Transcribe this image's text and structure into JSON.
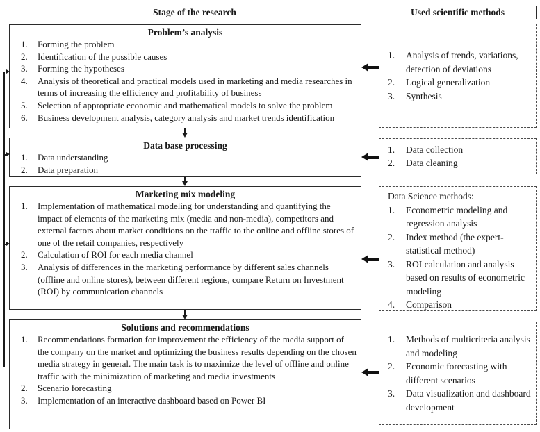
{
  "headers": {
    "left": "Stage of the research",
    "right": "Used scientific methods"
  },
  "stages": [
    {
      "title": "Problem’s analysis",
      "items": [
        {
          "num": "1.",
          "text": "Forming the problem"
        },
        {
          "num": "2.",
          "text": "Identification of the possible causes"
        },
        {
          "num": "3.",
          "text": "Forming the hypotheses"
        },
        {
          "num": "4.",
          "text": "Analysis of theoretical and practical models used in marketing and media researches in terms of increasing the efficiency and profitability of business"
        },
        {
          "num": "5.",
          "text": "Selection of appropriate economic and mathematical models to solve the problem"
        },
        {
          "num": "6.",
          "text": "Business development analysis, category analysis and market trends identification"
        }
      ]
    },
    {
      "title": "Data base processing",
      "items": [
        {
          "num": "1.",
          "text": "Data understanding"
        },
        {
          "num": "2.",
          "text": "Data preparation"
        }
      ]
    },
    {
      "title": "Marketing mix modeling",
      "items": [
        {
          "num": "1.",
          "text": "Implementation of mathematical modeling for understanding and quantifying the impact of elements of the marketing mix (media and non-media), competitors and external factors about market conditions on the traffic to the online and offline stores of one of the retail companies, respectively"
        },
        {
          "num": "2.",
          "text": "Calculation of ROI for each media channel"
        },
        {
          "num": "3.",
          "text": "Analysis of differences in the marketing performance by different sales channels (offline and online stores), between different regions, compare Return on Investment (ROI) by communication channels"
        }
      ]
    },
    {
      "title": "Solutions and recommendations",
      "items": [
        {
          "num": "1.",
          "text": "Recommendations formation for improvement the efficiency of the media support of the company on the market and optimizing the business results depending on the chosen media strategy in general. The main task is to maximize the level of offline and online traffic with the minimization of marketing and media investments"
        },
        {
          "num": "2.",
          "text": "Scenario forecasting"
        },
        {
          "num": "3.",
          "text": "Implementation of an interactive dashboard based on Power BI"
        }
      ]
    }
  ],
  "methods": [
    {
      "label": "",
      "items": [
        {
          "num": "1.",
          "text": "Analysis of trends, variations, detection of deviations"
        },
        {
          "num": "2.",
          "text": "Logical generalization"
        },
        {
          "num": "3.",
          "text": "Synthesis"
        }
      ]
    },
    {
      "label": "",
      "items": [
        {
          "num": "1.",
          "text": "Data collection"
        },
        {
          "num": "2.",
          "text": "Data cleaning"
        }
      ]
    },
    {
      "label": "Data Science methods:",
      "items": [
        {
          "num": "1.",
          "text": "Econometric modeling and regression analysis"
        },
        {
          "num": "2.",
          "text": "Index method (the expert-statistical method)"
        },
        {
          "num": "3.",
          "text": "ROI calculation and analysis based on results of econometric modeling"
        },
        {
          "num": "4.",
          "text": "Comparison"
        }
      ]
    },
    {
      "label": "",
      "items": [
        {
          "num": "1.",
          "text": "Methods of multicriteria analysis and modeling"
        },
        {
          "num": "2.",
          "text": "Economic forecasting with different scenarios"
        },
        {
          "num": "3.",
          "text": "Data visualization and dashboard development"
        }
      ]
    }
  ],
  "colors": {
    "ink": "#1a1a1a",
    "background": "#ffffff"
  }
}
